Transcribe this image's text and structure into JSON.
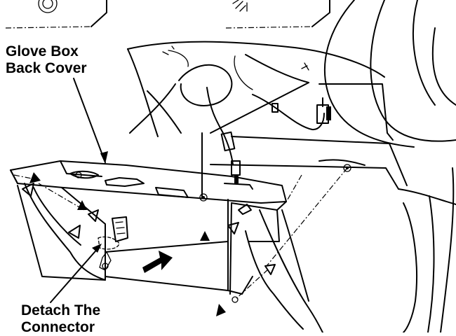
{
  "labels": {
    "glove_box_back_cover": [
      "Glove Box",
      "Back Cover"
    ],
    "detach_connector": [
      "Detach The",
      "Connector"
    ]
  },
  "colors": {
    "line": "#000000",
    "background": "#ffffff"
  },
  "markers": {
    "filled_triangle_count": 4,
    "open_triangle_count": 5
  }
}
